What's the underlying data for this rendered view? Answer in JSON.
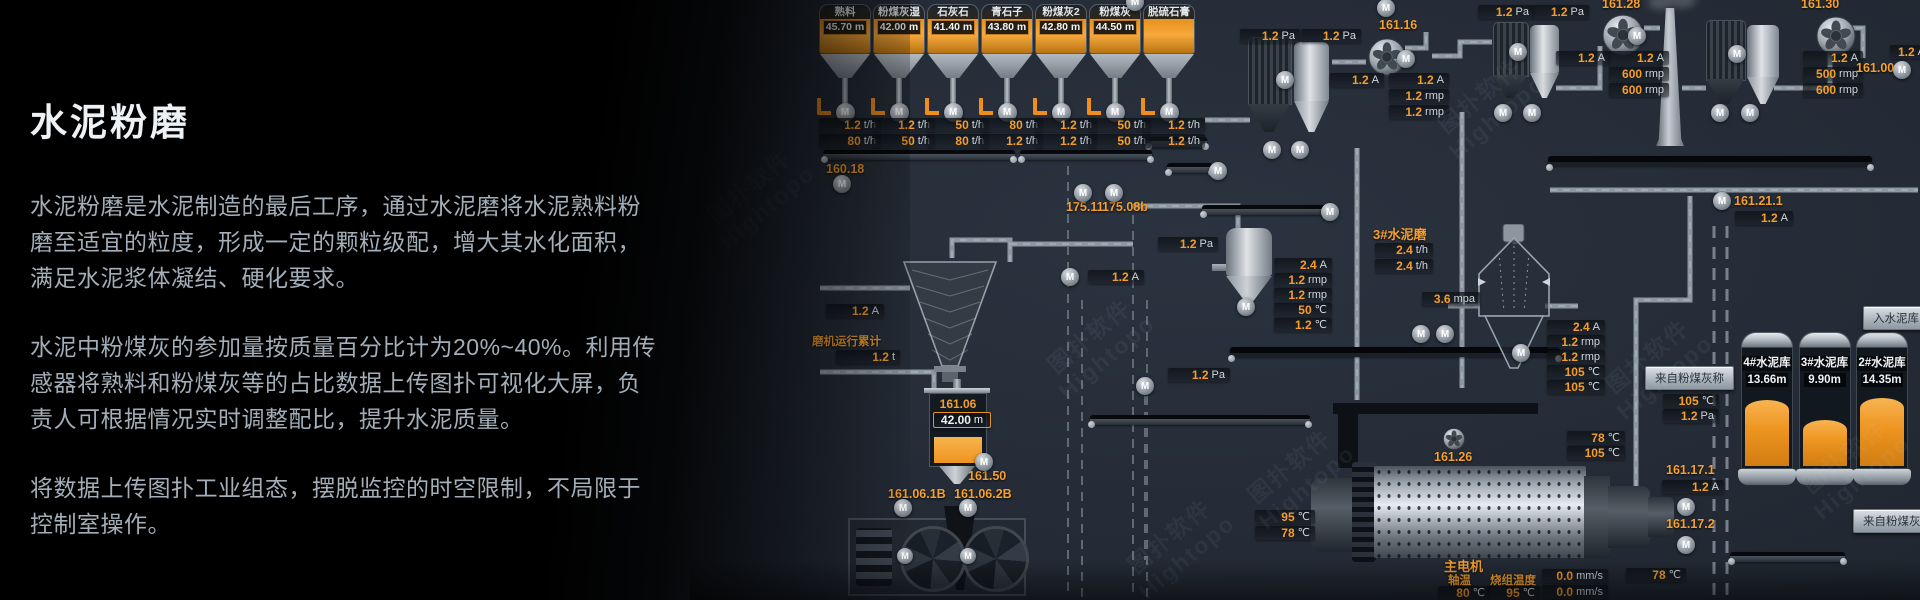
{
  "panel": {
    "title": "水泥粉磨",
    "paragraphs": [
      "水泥粉磨是水泥制造的最后工序，通过水泥磨将水泥熟料粉磨至适宜的粒度，形成一定的颗粒级配，增大其水化面积，满足水泥浆体凝结、硬化要求。",
      "水泥中粉煤灰的参加量按质量百分比计为20%~40%。利用传感器将熟料和粉煤灰等的占比数据上传图扑可视化大屏，负责人可根据情况实时调整配比，提升水泥质量。",
      "将数据上传图扑工业组态，摆脱监控的时空限制，不局限于控制室操作。"
    ]
  },
  "watermark": {
    "cn": "图扑软件",
    "en": "Hightopo"
  },
  "icons": {
    "motor": "M"
  },
  "buttons": {
    "to_silo": "入水泥库",
    "from_scale": "来自粉煤灰称"
  },
  "feed_silos": [
    {
      "name": "熟料",
      "level": "45.70 m",
      "flows": [
        {
          "v": "1.2",
          "u": "t/h"
        },
        {
          "v": "80",
          "u": "t/h"
        }
      ]
    },
    {
      "name": "粉煤灰湿",
      "level": "42.00 m",
      "flows": [
        {
          "v": "1.2",
          "u": "t/h"
        },
        {
          "v": "50",
          "u": "t/h"
        }
      ]
    },
    {
      "name": "石灰石",
      "level": "41.40 m",
      "flows": [
        {
          "v": "50",
          "u": "t/h"
        },
        {
          "v": "80",
          "u": "t/h"
        }
      ]
    },
    {
      "name": "青石子",
      "level": "43.80 m",
      "flows": [
        {
          "v": "80",
          "u": "t/h"
        },
        {
          "v": "1.2",
          "u": "t/h"
        }
      ]
    },
    {
      "name": "粉煤灰2",
      "level": "42.80 m",
      "flows": [
        {
          "v": "1.2",
          "u": "t/h"
        },
        {
          "v": "1.2",
          "u": "t/h"
        }
      ]
    },
    {
      "name": "粉煤灰",
      "level": "44.50 m",
      "flows": [
        {
          "v": "50",
          "u": "t/h"
        },
        {
          "v": "50",
          "u": "t/h"
        }
      ]
    },
    {
      "name": "脱硫石膏",
      "level": "",
      "flows": [
        {
          "v": "1.2",
          "u": "t/h"
        },
        {
          "v": "1.2",
          "u": "t/h"
        }
      ]
    }
  ],
  "cement_silos": [
    {
      "name": "4#水泥库",
      "level": "13.66m",
      "fill_pct": 55
    },
    {
      "name": "3#水泥库",
      "level": "9.90m",
      "fill_pct": 38
    },
    {
      "name": "2#水泥库",
      "level": "14.35m",
      "fill_pct": 57
    }
  ],
  "tags": {
    "t160_18": "160.18",
    "t175_11": "175.11",
    "t175_08b": "175.08b",
    "t161_16": "161.16",
    "t161_28": "161.28",
    "t161_30": "161.30",
    "t161_00": "161.00",
    "t161_21_1": "161.21.1",
    "t161_06": "161.06",
    "t161_50": "161.50",
    "t161_06_1b": "161.06.1B",
    "t161_06_2b": "161.06.2B",
    "t161_26": "161.26",
    "t161_17_1": "161.17.1",
    "t161_17_2": "161.17.2",
    "t3mill": "3#水泥磨",
    "tmill_total": "磨机运行累计",
    "tmain_motor": "主电机",
    "tshaft": "轴温",
    "tburn": "烧组温度"
  },
  "values": {
    "vsep_amp": {
      "v": "1.2",
      "u": "A"
    },
    "vsep_total": {
      "v": "1.2",
      "u": "t"
    },
    "tank_level": {
      "v": "42.00",
      "u": "m"
    },
    "sep2_feed_amp": {
      "v": "1.2",
      "u": "A"
    },
    "sep2_feed_pa": {
      "v": "1.2",
      "u": "Pa"
    },
    "pairA_pa1": {
      "v": "1.2",
      "u": "Pa"
    },
    "pairA_pa2": {
      "v": "1.2",
      "u": "Pa"
    },
    "fan16116_amp_l": {
      "v": "1.2",
      "u": "A"
    },
    "fan16116_amp": {
      "v": "1.2",
      "u": "A"
    },
    "fan16116_rmp1": {
      "v": "1.2",
      "u": "rmp"
    },
    "fan16116_rmp2": {
      "v": "1.2",
      "u": "rmp"
    },
    "pairB_pa1": {
      "v": "1.2",
      "u": "Pa"
    },
    "pairB_pa2": {
      "v": "1.2",
      "u": "Pa"
    },
    "fan16128_amp_l": {
      "v": "1.2",
      "u": "A"
    },
    "fan16128_amp": {
      "v": "1.2",
      "u": "A"
    },
    "fan16128_rmp1": {
      "v": "600",
      "u": "rmp"
    },
    "fan16128_rmp2": {
      "v": "600",
      "u": "rmp"
    },
    "fan16130_amp": {
      "v": "1.2",
      "u": "A"
    },
    "fan16130_rmp1": {
      "v": "500",
      "u": "rmp"
    },
    "fan16130_rmp2": {
      "v": "600",
      "u": "rmp"
    },
    "right_edge_amp": {
      "v": "1.2",
      "u": "A"
    },
    "sep2_amp": {
      "v": "2.4",
      "u": "A"
    },
    "sep2_rmp1": {
      "v": "1.2",
      "u": "rmp"
    },
    "sep2_rmp2": {
      "v": "1.2",
      "u": "rmp"
    },
    "sep2_t1": {
      "v": "50",
      "u": "℃"
    },
    "sep2_t2": {
      "v": "1.2",
      "u": "℃"
    },
    "mill3_f1": {
      "v": "2.4",
      "u": "t/h"
    },
    "mill3_f2": {
      "v": "2.4",
      "u": "t/h"
    },
    "cyc_pressure": {
      "v": "3.6",
      "u": "mpa"
    },
    "rsep_amp": {
      "v": "2.4",
      "u": "A"
    },
    "rsep_rmp1": {
      "v": "1.2",
      "u": "rmp"
    },
    "rsep_rmp2": {
      "v": "1.2",
      "u": "rmp"
    },
    "rsep_t1": {
      "v": "105",
      "u": "℃"
    },
    "rsep_t2": {
      "v": "105",
      "u": "℃"
    },
    "fly_t": {
      "v": "105",
      "u": "℃"
    },
    "fly_pa": {
      "v": "1.2",
      "u": "Pa"
    },
    "millout_t1": {
      "v": "78",
      "u": "℃"
    },
    "millout_t2": {
      "v": "105",
      "u": "℃"
    },
    "mill_pa": {
      "v": "1.2",
      "u": "Pa"
    },
    "mill_t1": {
      "v": "95",
      "u": "℃"
    },
    "mill_t2": {
      "v": "78",
      "u": "℃"
    },
    "motor_t1": {
      "v": "80",
      "u": "℃"
    },
    "motor_t2": {
      "v": "95",
      "u": "℃"
    },
    "vib1": {
      "v": "0.0",
      "u": "mm/s"
    },
    "vib2": {
      "v": "0.0",
      "u": "mm/s"
    },
    "m16117_amp": {
      "v": "1.2",
      "u": "A"
    },
    "m16121_amp": {
      "v": "1.2",
      "u": "A"
    },
    "bottom_t": {
      "v": "78",
      "u": "℃"
    }
  }
}
